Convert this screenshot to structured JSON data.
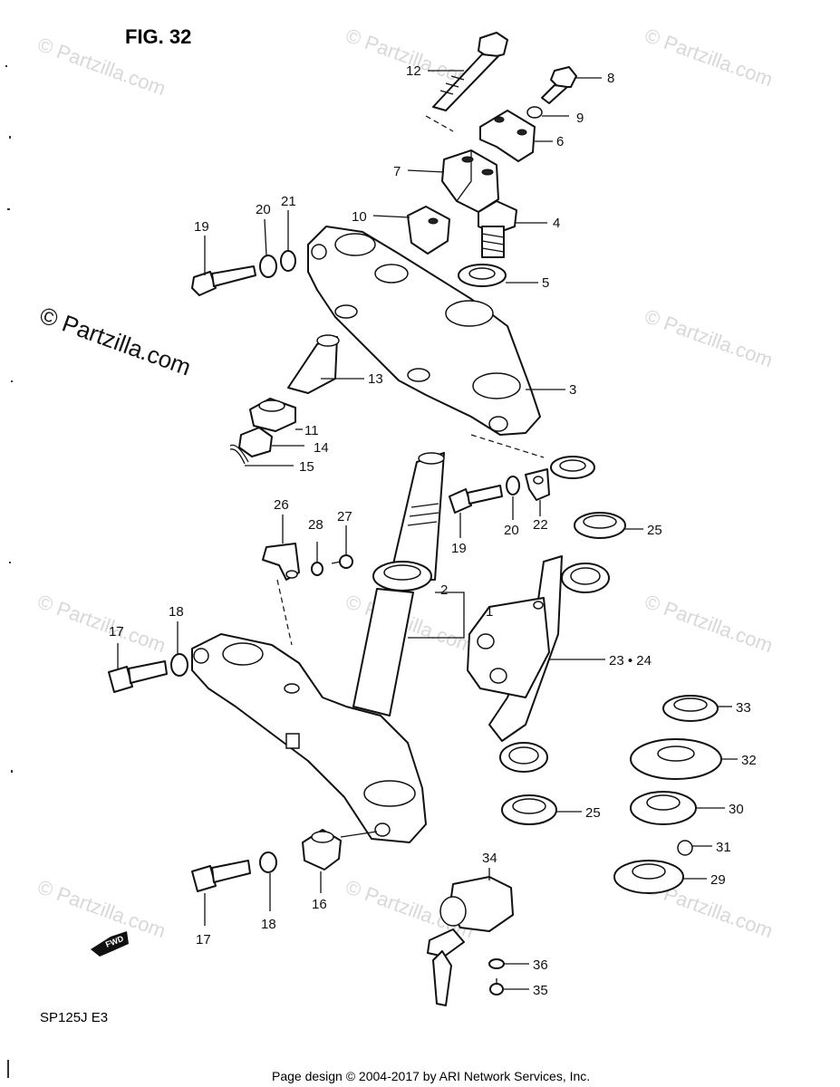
{
  "figure": {
    "title": "FIG. 32",
    "model_code": "SP125J  E3",
    "footer": "Page design © 2004-2017 by ARI Network Services, Inc.",
    "watermark": "© Partzilla.com",
    "direction_badge": "FWD"
  },
  "callouts": [
    {
      "id": "c1",
      "label": "1"
    },
    {
      "id": "c2",
      "label": "2"
    },
    {
      "id": "c3",
      "label": "3"
    },
    {
      "id": "c4",
      "label": "4"
    },
    {
      "id": "c5",
      "label": "5"
    },
    {
      "id": "c6",
      "label": "6"
    },
    {
      "id": "c7",
      "label": "7"
    },
    {
      "id": "c8",
      "label": "8"
    },
    {
      "id": "c9",
      "label": "9"
    },
    {
      "id": "c10",
      "label": "10"
    },
    {
      "id": "c11",
      "label": "11"
    },
    {
      "id": "c12",
      "label": "12"
    },
    {
      "id": "c13",
      "label": "13"
    },
    {
      "id": "c14",
      "label": "14"
    },
    {
      "id": "c15",
      "label": "15"
    },
    {
      "id": "c16",
      "label": "16"
    },
    {
      "id": "c17a",
      "label": "17"
    },
    {
      "id": "c17b",
      "label": "17"
    },
    {
      "id": "c18a",
      "label": "18"
    },
    {
      "id": "c18b",
      "label": "18"
    },
    {
      "id": "c19a",
      "label": "19"
    },
    {
      "id": "c19b",
      "label": "19"
    },
    {
      "id": "c20a",
      "label": "20"
    },
    {
      "id": "c20b",
      "label": "20"
    },
    {
      "id": "c21",
      "label": "21"
    },
    {
      "id": "c22",
      "label": "22"
    },
    {
      "id": "c23",
      "label": "23 • 24"
    },
    {
      "id": "c25a",
      "label": "25"
    },
    {
      "id": "c25b",
      "label": "25"
    },
    {
      "id": "c26",
      "label": "26"
    },
    {
      "id": "c27",
      "label": "27"
    },
    {
      "id": "c28",
      "label": "28"
    },
    {
      "id": "c29",
      "label": "29"
    },
    {
      "id": "c30",
      "label": "30"
    },
    {
      "id": "c31",
      "label": "31"
    },
    {
      "id": "c32",
      "label": "32"
    },
    {
      "id": "c33",
      "label": "33"
    },
    {
      "id": "c34",
      "label": "34"
    },
    {
      "id": "c35",
      "label": "35"
    },
    {
      "id": "c36",
      "label": "36"
    }
  ]
}
